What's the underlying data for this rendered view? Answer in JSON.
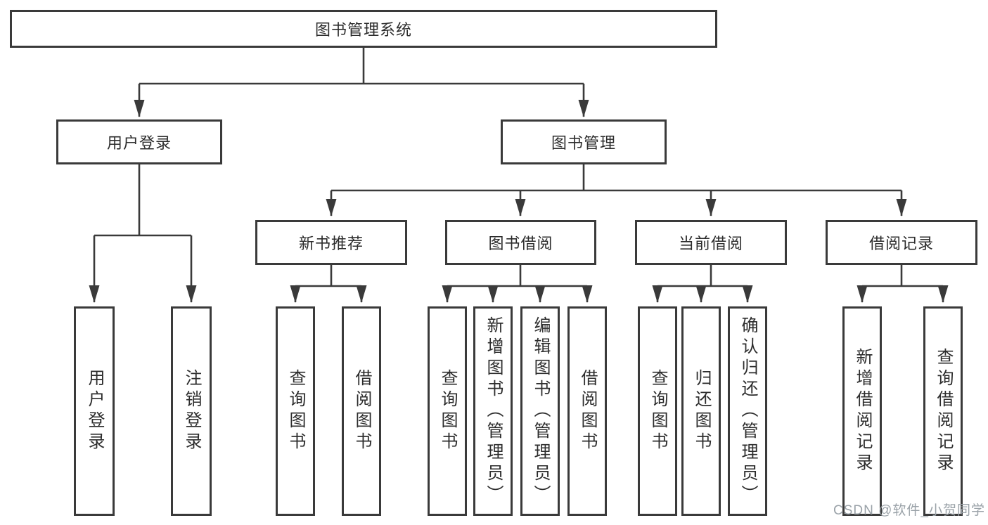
{
  "diagram": {
    "root": {
      "label": "图书管理系统"
    },
    "user_login": {
      "label": "用户登录",
      "children": [
        {
          "label": "用户登录"
        },
        {
          "label": "注销登录"
        }
      ]
    },
    "book_management": {
      "label": "图书管理",
      "modules": [
        {
          "label": "新书推荐",
          "children": [
            {
              "label": "查询图书"
            },
            {
              "label": "借阅图书"
            }
          ]
        },
        {
          "label": "图书借阅",
          "children": [
            {
              "label": "查询图书"
            },
            {
              "label": "新增图书（管理员）"
            },
            {
              "label": "编辑图书（管理员）"
            },
            {
              "label": "借阅图书"
            }
          ]
        },
        {
          "label": "当前借阅",
          "children": [
            {
              "label": "查询图书"
            },
            {
              "label": "归还图书"
            },
            {
              "label": "确认归还（管理员）"
            }
          ]
        },
        {
          "label": "借阅记录",
          "children": [
            {
              "label": "新增借阅记录"
            },
            {
              "label": "查询借阅记录"
            }
          ]
        }
      ]
    }
  },
  "watermark": {
    "text": "CSDN @软件_小贺同学"
  },
  "colors": {
    "line": "#3a3a3a",
    "box_border": "#3a3a3a",
    "text": "#2c2c2c",
    "watermark": "#9aa2a8",
    "background": "#ffffff"
  }
}
